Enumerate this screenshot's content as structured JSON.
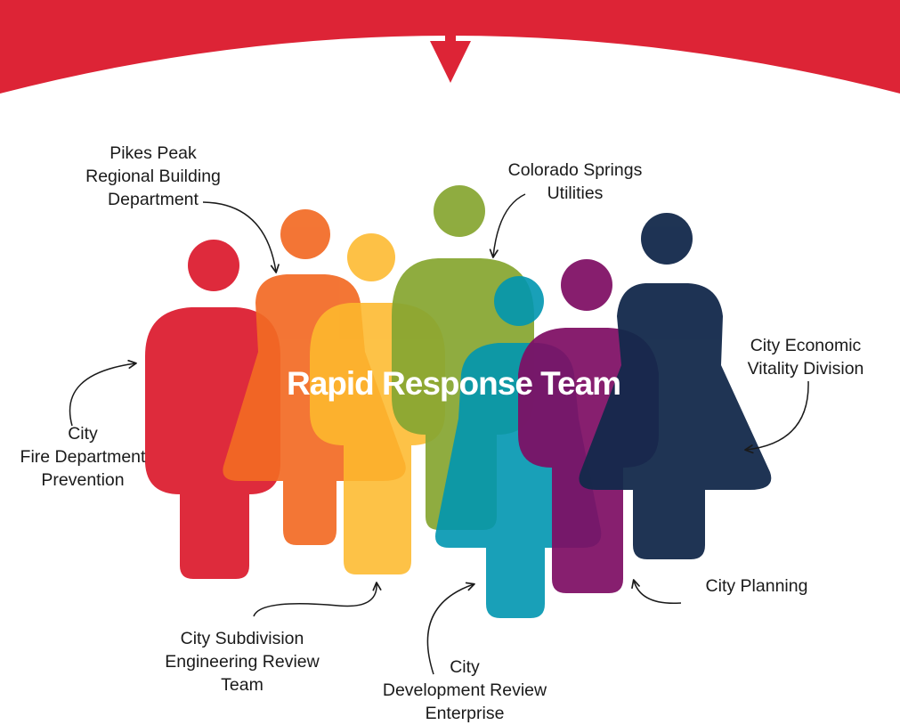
{
  "title": "Rapid Response Team",
  "colors": {
    "banner": "#dd2436",
    "red": "#dd2436",
    "orange": "#f26a24",
    "yellow": "#fdb92d",
    "green": "#87a631",
    "teal": "#0096b0",
    "purple": "#7e0e64",
    "navy": "#13294b",
    "text": "#1a1a1a"
  },
  "labels": {
    "building": [
      "Pikes Peak",
      "Regional Building",
      "Department"
    ],
    "utilities": [
      "Colorado Springs",
      "Utilities"
    ],
    "economic": [
      "City Economic",
      "Vitality Division"
    ],
    "fire": [
      "City",
      "Fire Department",
      "Prevention"
    ],
    "planning": [
      "City Planning"
    ],
    "subdivision": [
      "City Subdivision",
      "Engineering Review",
      "Team"
    ],
    "development": [
      "City",
      "Development Review",
      "Enterprise"
    ]
  }
}
